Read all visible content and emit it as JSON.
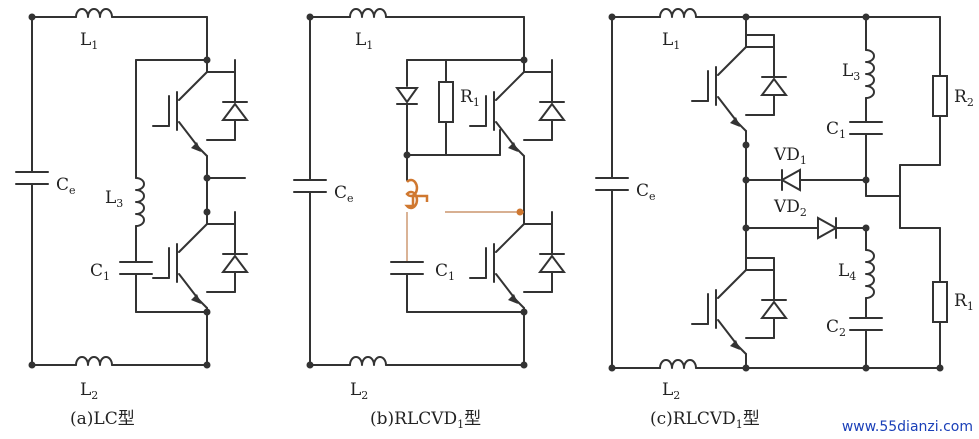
{
  "diagrams": [
    {
      "caption": "(a)LC型",
      "labels": {
        "L1": "L",
        "L1_sub": "1",
        "L2": "L",
        "L2_sub": "2",
        "L3": "L",
        "L3_sub": "3",
        "Ce": "C",
        "Ce_sub": "e",
        "C1": "C",
        "C1_sub": "1"
      }
    },
    {
      "caption": "(b)RLCVD",
      "caption_sub": "1",
      "caption_end": "型",
      "labels": {
        "L1": "L",
        "L1_sub": "1",
        "L2": "L",
        "L2_sub": "2",
        "R1": "R",
        "R1_sub": "1",
        "Ce": "C",
        "Ce_sub": "e",
        "C1": "C",
        "C1_sub": "1"
      }
    },
    {
      "caption": "(c)RLCVD",
      "caption_sub": "1",
      "caption_end": "型",
      "labels": {
        "L1": "L",
        "L1_sub": "1",
        "L2": "L",
        "L2_sub": "2",
        "L3": "L",
        "L3_sub": "3",
        "L4": "L",
        "L4_sub": "4",
        "R1": "R",
        "R1_sub": "1",
        "R2": "R",
        "R2_sub": "2",
        "C1": "C",
        "C1_sub": "1",
        "C2": "C",
        "C2_sub": "2",
        "Ce": "C",
        "Ce_sub": "e",
        "VD1": "VD",
        "VD1_sub": "1",
        "VD2": "VD",
        "VD2_sub": "2"
      }
    }
  ],
  "watermark": "www.55dianzi.com"
}
